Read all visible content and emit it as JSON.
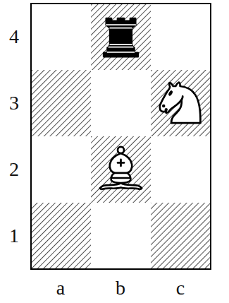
{
  "diagram": {
    "labels": [
      "4",
      "3",
      "2",
      "1",
      "a",
      "b",
      "c"
    ]
  }
}
